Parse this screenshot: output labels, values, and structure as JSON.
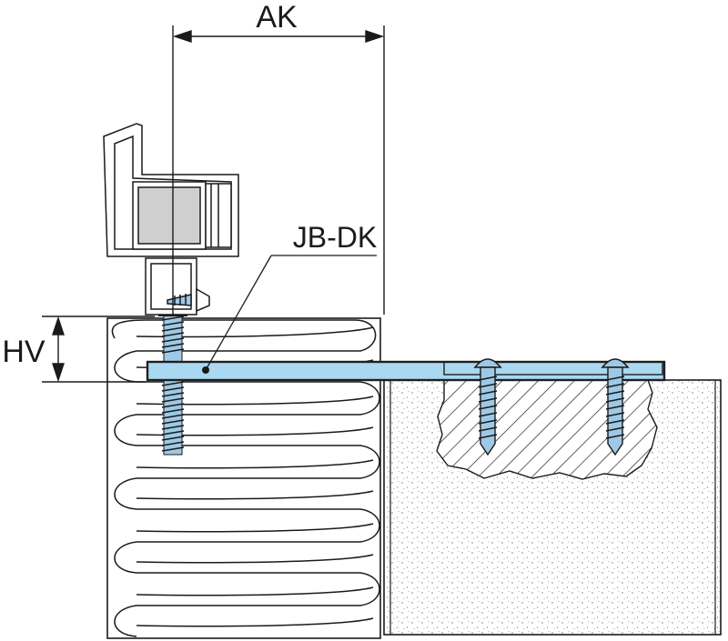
{
  "labels": {
    "ak": "AK",
    "hv": "HV",
    "component": "JB-DK"
  },
  "colors": {
    "stroke": "#1a1a1a",
    "bracket_fill": "#a9d8f0",
    "bracket_stroke": "#1f1f1f",
    "insulation_fill": "#ffffff",
    "concrete_fill": "#ffffff",
    "concrete_dots": "#777777",
    "window_profile_fill": "#ffffff",
    "glass_fill": "#cfcfcf",
    "screw_fill": "#9ec9e6"
  },
  "icons": {
    "leader": "leader-line",
    "screw": "screw-icon"
  }
}
